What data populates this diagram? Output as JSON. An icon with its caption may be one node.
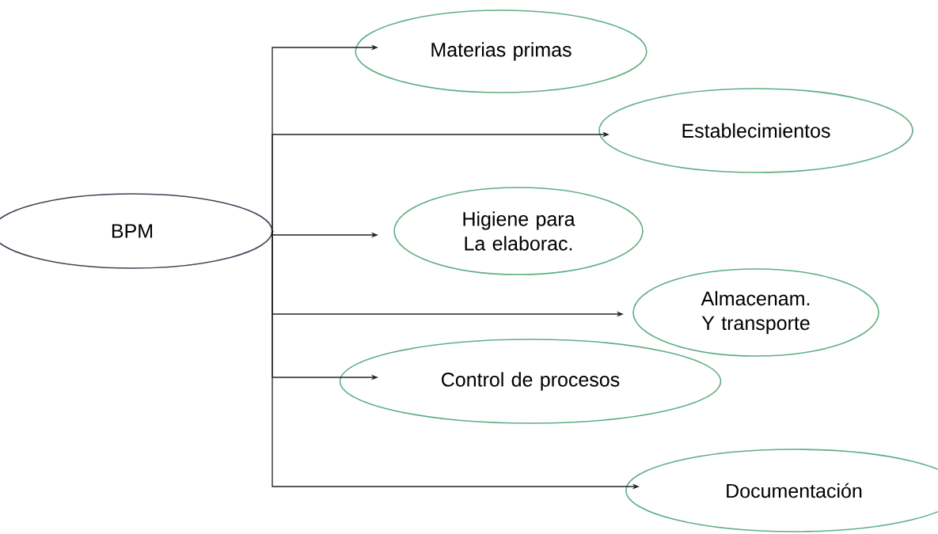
{
  "diagram": {
    "nodes": [
      {
        "text": [
          "BPM"
        ]
      },
      {
        "text": [
          "Materias primas"
        ]
      },
      {
        "text": [
          "Establecimientos"
        ]
      },
      {
        "text": [
          "Higiene para La elaborac."
        ]
      },
      {
        "text": [
          "Almacenam. Y transporte"
        ]
      },
      {
        "text": [
          "Control de procesos"
        ]
      },
      {
        "text": [
          "Documentación"
        ]
      }
    ],
    "edges": [
      {
        "from": 0,
        "to": 1,
        "arrow": "to"
      },
      {
        "from": 0,
        "to": 2,
        "arrow": "to"
      },
      {
        "from": 0,
        "to": 3,
        "arrow": "to"
      },
      {
        "from": 0,
        "to": 4,
        "arrow": "to"
      },
      {
        "from": 0,
        "to": 5,
        "arrow": "to"
      },
      {
        "from": 0,
        "to": 6,
        "arrow": "to"
      }
    ]
  }
}
